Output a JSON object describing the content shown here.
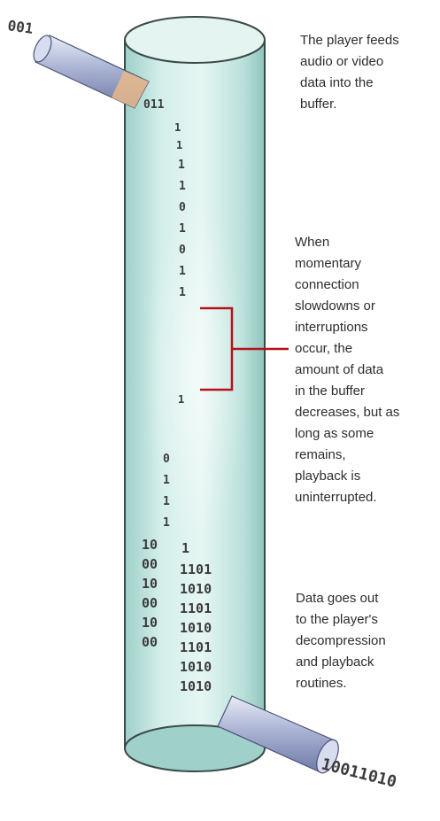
{
  "captions": {
    "input": "The player feeds\naudio or video\ndata into the\nbuffer.",
    "slowdown": "When\nmomentary\nconnection\nslowdowns or\ninterruptions\noccur, the\namount of data\nin the buffer\ndecreases, but as\nlong as some\nremains,\nplayback is\nuninterrupted.",
    "output": "Data goes out\nto the player's\ndecompression\nand playback\nroutines."
  },
  "bits": {
    "incoming": "001",
    "outgoing": "10011010"
  },
  "colors": {
    "cylinder": "#c9e7e2",
    "cylinder_edge": "#3a4a48",
    "pipe": "#9aa4c8",
    "bracket": "#b5121b",
    "text": "#2d2d2d"
  }
}
